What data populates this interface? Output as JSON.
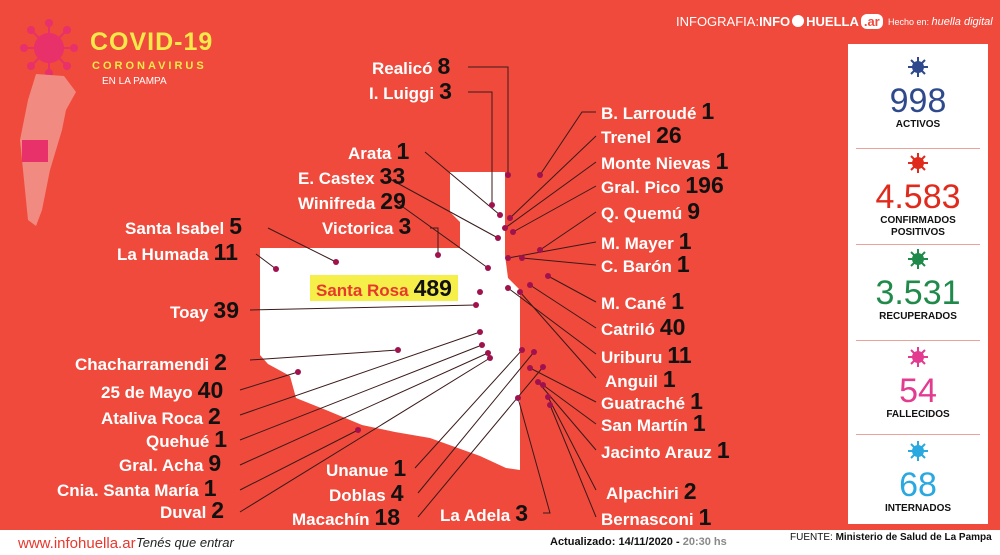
{
  "header": {
    "title": "COVID-19",
    "subtitle": "CORONAVIRUS",
    "region": "EN LA PAMPA",
    "brand_prefix": "INFOGRAFIA:",
    "brand_info": "INFO",
    "brand_huella": "HUELLA",
    "brand_ar": ".ar",
    "made_in": "Hecho en:",
    "made_brand": "huella digital"
  },
  "stats": [
    {
      "value": "998",
      "label": "ACTIVOS",
      "color": "#2e4a8c"
    },
    {
      "value": "4.583",
      "label": "CONFIRMADOS POSITIVOS",
      "color": "#e02a1c"
    },
    {
      "value": "3.531",
      "label": "RECUPERADOS",
      "color": "#1f8a4a"
    },
    {
      "value": "54",
      "label": "FALLECIDOS",
      "color": "#e23b8f"
    },
    {
      "value": "68",
      "label": "INTERNADOS",
      "color": "#2aa8e0"
    }
  ],
  "localities": {
    "realico": {
      "name": "Realicó",
      "count": "8"
    },
    "iluiggi": {
      "name": "I. Luiggi",
      "count": "3"
    },
    "arata": {
      "name": "Arata",
      "count": "1"
    },
    "ecastex": {
      "name": "E. Castex",
      "count": "33"
    },
    "winifreda": {
      "name": "Winifreda",
      "count": "29"
    },
    "victorica": {
      "name": "Victorica",
      "count": "3"
    },
    "santaisabel": {
      "name": "Santa Isabel",
      "count": "5"
    },
    "lahumada": {
      "name": "La Humada",
      "count": "11"
    },
    "santarosa": {
      "name": "Santa Rosa",
      "count": "489"
    },
    "toay": {
      "name": "Toay",
      "count": "39"
    },
    "chacharramendi": {
      "name": "Chacharramendi",
      "count": "2"
    },
    "veinticinco": {
      "name": "25 de Mayo",
      "count": "40"
    },
    "atalivaroca": {
      "name": "Ataliva Roca",
      "count": "2"
    },
    "quehue": {
      "name": "Quehué",
      "count": "1"
    },
    "gralacha": {
      "name": "Gral. Acha",
      "count": "9"
    },
    "cniasantamaria": {
      "name": "Cnia. Santa María",
      "count": "1"
    },
    "duval": {
      "name": "Duval",
      "count": "2"
    },
    "unanue": {
      "name": "Unanue",
      "count": "1"
    },
    "doblas": {
      "name": "Doblas",
      "count": "4"
    },
    "macachin": {
      "name": "Macachín",
      "count": "18"
    },
    "laadela": {
      "name": "La Adela",
      "count": "3"
    },
    "blarroude": {
      "name": "B. Larroudé",
      "count": "1"
    },
    "trenel": {
      "name": "Trenel",
      "count": "26"
    },
    "montenievas": {
      "name": "Monte Nievas",
      "count": "1"
    },
    "gralpico": {
      "name": "Gral. Pico",
      "count": "196"
    },
    "qquemu": {
      "name": "Q. Quemú",
      "count": "9"
    },
    "mmayer": {
      "name": "M. Mayer",
      "count": "1"
    },
    "cbaron": {
      "name": "C. Barón",
      "count": "1"
    },
    "mcane": {
      "name": "M. Cané",
      "count": "1"
    },
    "catrilo": {
      "name": "Catriló",
      "count": "40"
    },
    "uriburu": {
      "name": "Uriburu",
      "count": "11"
    },
    "anguil": {
      "name": "Anguil",
      "count": "1"
    },
    "guatrache": {
      "name": "Guatraché",
      "count": "1"
    },
    "sanmartin": {
      "name": "San Martín",
      "count": "1"
    },
    "jacintoarauz": {
      "name": "Jacinto Arauz",
      "count": "1"
    },
    "alpachiri": {
      "name": "Alpachiri",
      "count": "2"
    },
    "bernasconi": {
      "name": "Bernasconi",
      "count": "1"
    }
  },
  "footer": {
    "site": "www.infohuella.ar",
    "slogan": "Tenés que entrar",
    "updated_label": "Actualizado:",
    "updated_date": "14/11/2020",
    "updated_dash": "-",
    "updated_time": "20:30 hs",
    "source_label": "FUENTE:",
    "source_value": "Ministerio de Salud de La Pampa"
  },
  "colors": {
    "background": "#ef4a3c",
    "highlight": "#f6ef4a",
    "dot": "#a0124e"
  }
}
